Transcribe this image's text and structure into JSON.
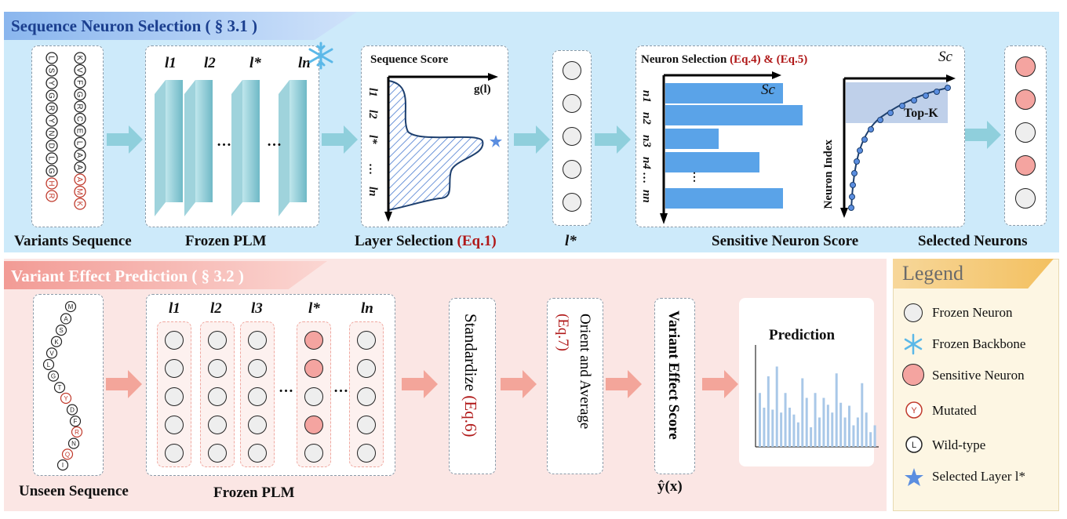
{
  "top": {
    "banner": "Sequence Neuron Selection ( § 3.1  )",
    "labels": {
      "variants_sequence": "Variants Sequence",
      "frozen_plm": "Frozen PLM",
      "layer_selection": "Layer Selection ",
      "layer_selection_eq": "(Eq.1)",
      "l_star": "l*",
      "sensitive_neuron_score": "Sensitive Neuron Score",
      "selected_neurons": "Selected Neurons"
    },
    "sequence_left": [
      "L",
      "S",
      "Y",
      "G",
      "R",
      "Y",
      "N",
      "D",
      "L",
      "G",
      "H",
      "R"
    ],
    "sequence_right": [
      "K",
      "V",
      "F",
      "G",
      "R",
      "C",
      "E",
      "L",
      "A",
      "A",
      "A",
      "M",
      "K"
    ],
    "layers": [
      "l1",
      "l2",
      "l*",
      "ln"
    ],
    "layer_dots": [
      "…",
      "…"
    ],
    "seq_score": {
      "title": "Sequence Score",
      "g_label": "g(l)",
      "y_labels": [
        "l1",
        "l2",
        "l*",
        "…",
        "ln"
      ]
    },
    "neuron_selection": {
      "title": "Neuron Selection ",
      "eq": "(Eq.4) & (Eq.5)",
      "sc_top": "Sc",
      "sc_bar": "Sc",
      "bar_labels": [
        "n1",
        "n2",
        "n3",
        "n4 …",
        "nn"
      ],
      "ellipsis": "⋮"
    },
    "topk": {
      "label": "Top-K",
      "ylabel": "Neuron Index",
      "sc": "Sc"
    }
  },
  "bottom": {
    "banner": "Variant Effect Prediction ( § 3.2  )",
    "labels": {
      "unseen_sequence": "Unseen Sequence",
      "frozen_plm": "Frozen PLM",
      "standardize": "Standardize ",
      "standardize_eq": "(Eq.6)",
      "orient_average": "Orient and Average",
      "orient_eq": "(Eq.7)",
      "variant_effect_score": "Variant Effect Score",
      "y_hat": "ŷ(x)",
      "prediction": "Prediction"
    },
    "sequence": [
      "M",
      "A",
      "S",
      "K",
      "V",
      "L",
      "G",
      "T",
      "Y",
      "D",
      "F",
      "R",
      "N",
      "Q",
      "I"
    ],
    "layers": [
      "l1",
      "l2",
      "l3",
      "l*",
      "ln"
    ],
    "dots": [
      "…",
      "…"
    ]
  },
  "legend": {
    "title": "Legend",
    "items": [
      "Frozen Neuron",
      "Frozen Backbone",
      "Sensitive Neuron",
      "Mutated",
      "Wild-type",
      "Selected Layer l*"
    ],
    "mutated_glyph": "Y",
    "wild_glyph": "L"
  },
  "chart_data": {
    "type": "bar",
    "title": "Prediction",
    "values": [
      0.55,
      0.4,
      0.72,
      0.38,
      0.82,
      0.35,
      0.55,
      0.4,
      0.33,
      0.25,
      0.7,
      0.5,
      0.2,
      0.55,
      0.3,
      0.5,
      0.43,
      0.35,
      0.75,
      0.45,
      0.3,
      0.42,
      0.22,
      0.3,
      0.65,
      0.35,
      0.15,
      0.22
    ]
  },
  "colors": {
    "top_bg": "#cdeafa",
    "bottom_bg": "#fbe6e4",
    "legend_bg": "#fdf6e3",
    "arrow_blue": "#8fcfdc",
    "arrow_red": "#f3a59a",
    "bar_blue": "#5aa3e8",
    "pred_bar": "#a9c8e8",
    "sensitive": "#f4a4a0"
  }
}
